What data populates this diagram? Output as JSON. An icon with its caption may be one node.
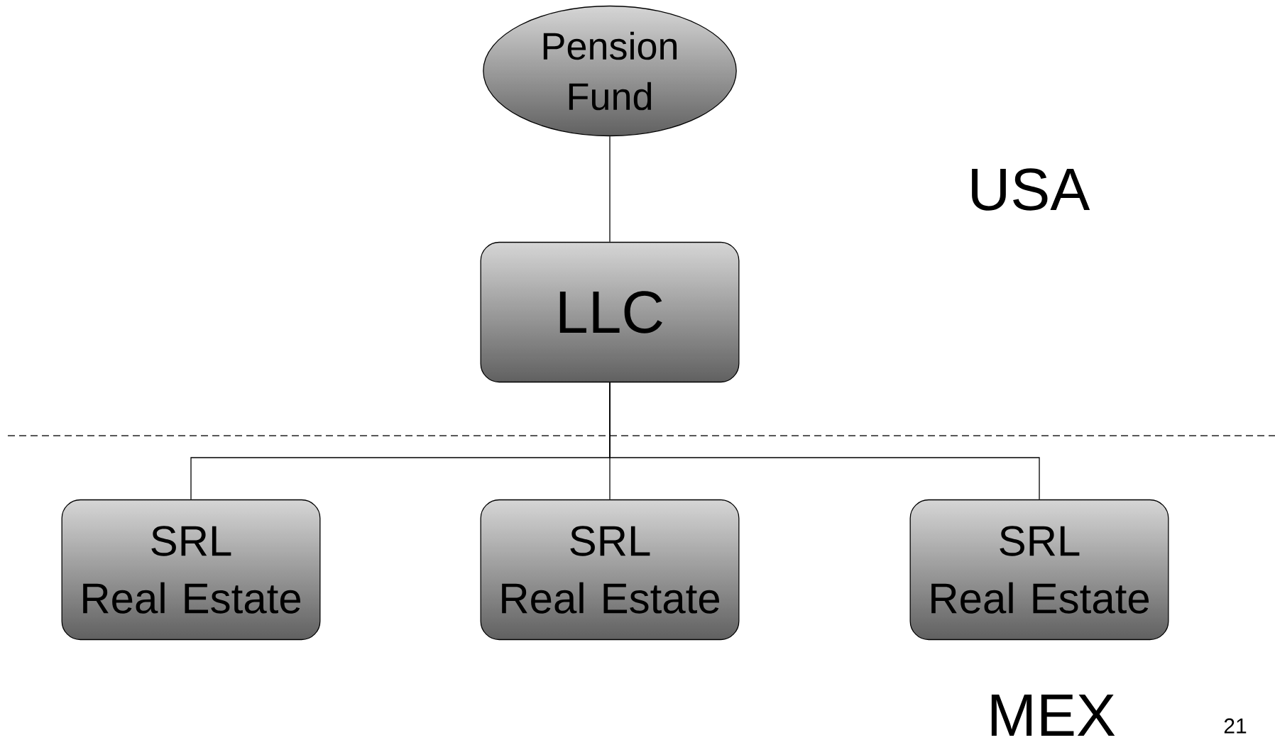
{
  "diagram": {
    "nodes": [
      {
        "text": [
          "Pension Fund"
        ]
      },
      {
        "text": [
          "LLC"
        ]
      },
      {
        "text": [
          "SRL",
          "Real Estate"
        ]
      },
      {
        "text": [
          "SRL",
          "Real Estate"
        ]
      },
      {
        "text": [
          "SRL",
          "Real Estate"
        ]
      }
    ],
    "edges": [
      {
        "from": 0,
        "to": 1,
        "arrow": "none"
      },
      {
        "from": 1,
        "to": 2,
        "arrow": "none"
      },
      {
        "from": 1,
        "to": 3,
        "arrow": "none"
      },
      {
        "from": 1,
        "to": 4,
        "arrow": "none"
      }
    ],
    "labels": [
      "USA",
      "MEX",
      "21"
    ]
  }
}
